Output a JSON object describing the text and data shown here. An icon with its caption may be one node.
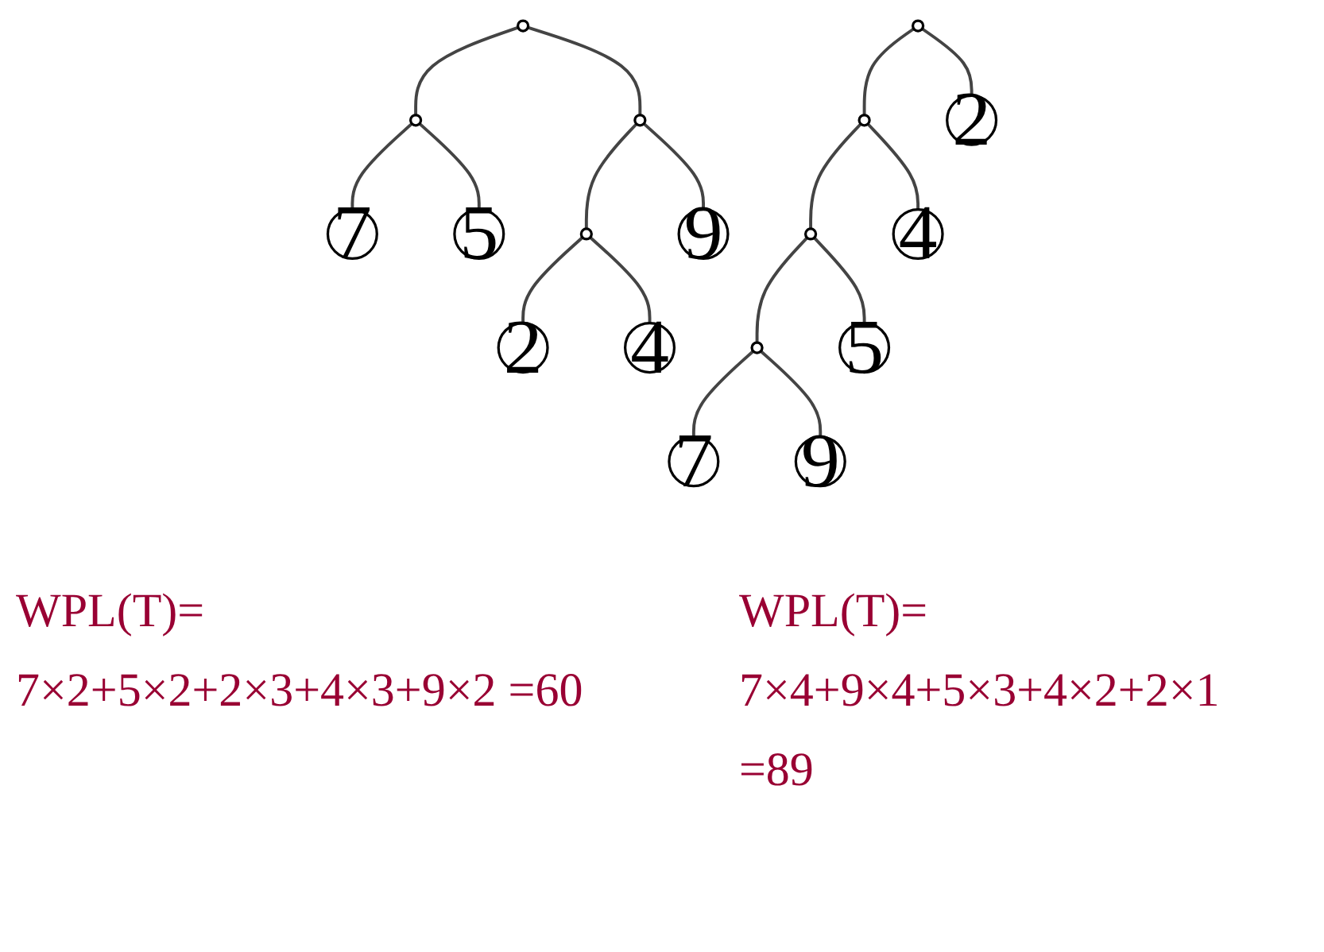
{
  "diagram": {
    "nodes": [
      {
        "text": [],
        "shape": "circle"
      },
      {
        "text": [],
        "shape": "circle"
      },
      {
        "text": [],
        "shape": "circle"
      },
      {
        "text": [
          "7"
        ]
      },
      {
        "text": [
          "5"
        ]
      },
      {
        "text": [],
        "shape": "circle"
      },
      {
        "text": [
          "9"
        ]
      },
      {
        "text": [
          "2"
        ]
      },
      {
        "text": [
          "4"
        ]
      },
      {
        "text": [],
        "shape": "circle"
      },
      {
        "text": [],
        "shape": "circle"
      },
      {
        "text": [
          "2"
        ]
      },
      {
        "text": [],
        "shape": "circle"
      },
      {
        "text": [
          "4"
        ]
      },
      {
        "text": [],
        "shape": "circle"
      },
      {
        "text": [
          "5"
        ]
      },
      {
        "text": [
          "7"
        ]
      },
      {
        "text": [
          "9"
        ]
      }
    ],
    "edges": [
      {
        "from": 0,
        "to": 1,
        "arrow": "none"
      },
      {
        "from": 0,
        "to": 2,
        "arrow": "none"
      },
      {
        "from": 1,
        "to": 3,
        "arrow": "none"
      },
      {
        "from": 1,
        "to": 4,
        "arrow": "none"
      },
      {
        "from": 2,
        "to": 5,
        "arrow": "none"
      },
      {
        "from": 2,
        "to": 6,
        "arrow": "none"
      },
      {
        "from": 5,
        "to": 7,
        "arrow": "none"
      },
      {
        "from": 5,
        "to": 8,
        "arrow": "none"
      },
      {
        "from": 9,
        "to": 10,
        "arrow": "none"
      },
      {
        "from": 9,
        "to": 11,
        "arrow": "none"
      },
      {
        "from": 10,
        "to": 12,
        "arrow": "none"
      },
      {
        "from": 10,
        "to": 13,
        "arrow": "none"
      },
      {
        "from": 12,
        "to": 14,
        "arrow": "none"
      },
      {
        "from": 12,
        "to": 15,
        "arrow": "none"
      },
      {
        "from": 14,
        "to": 16,
        "arrow": "none"
      },
      {
        "from": 14,
        "to": 17,
        "arrow": "none"
      }
    ],
    "labels": [
      "WPL(T)=",
      "7×2+5×2+2×3+4×3+9×2 =60",
      "WPL(T)=",
      "7×4+9×4+5×3+4×2+2×1 =89"
    ]
  }
}
